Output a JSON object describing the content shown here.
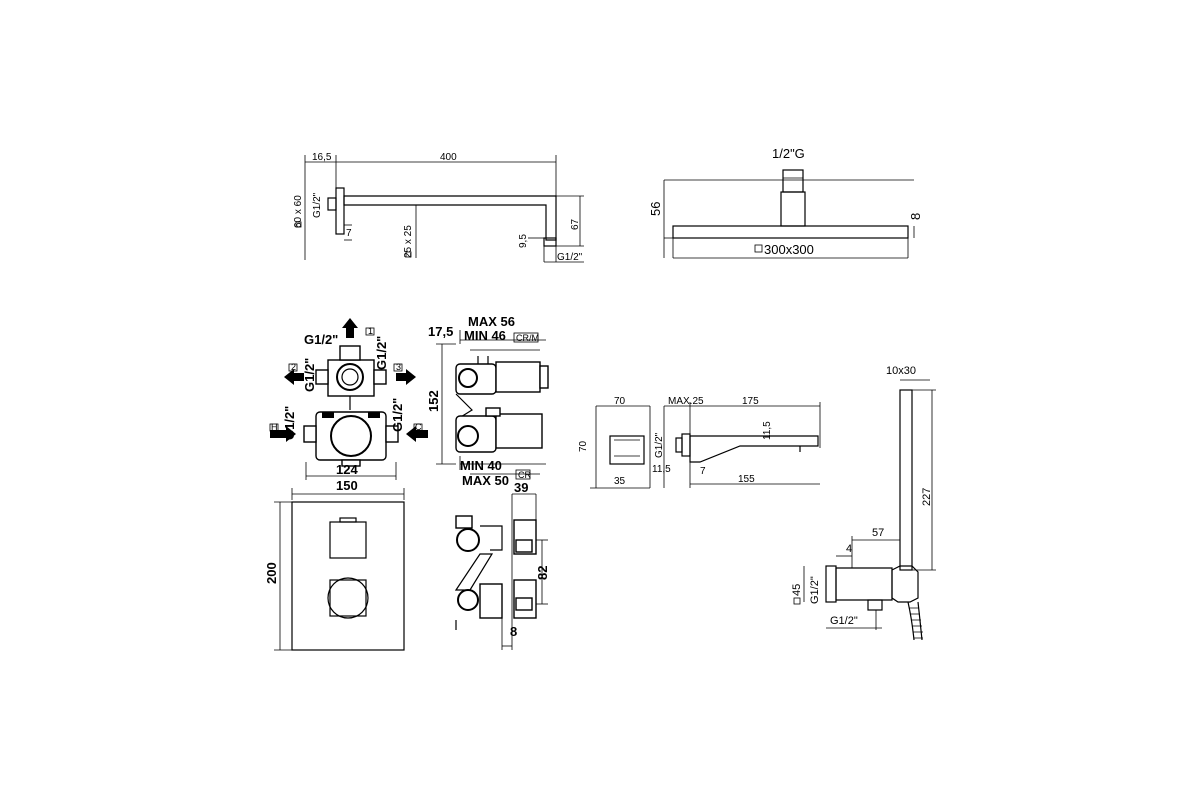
{
  "shower_arm": {
    "offset": "16,5",
    "length": "400",
    "flange": "60 x 60",
    "inlet": "G1/2\"",
    "wall": "7",
    "tube": "25 x 25",
    "drop": "9,5",
    "height": "67",
    "outlet": "G1/2\""
  },
  "shower_head": {
    "connection": "1/2\"G",
    "height": "56",
    "thickness": "8",
    "size": "300x300"
  },
  "mixer_body": {
    "top": "G1/2\"",
    "left_upper": "G1/2\"",
    "right_upper": "G1/2\"",
    "left_lower": "G1/2\"",
    "right_lower": "G1/2\"",
    "width": "124",
    "port1": "1",
    "port2": "2",
    "port3": "3",
    "port_h": "H",
    "port_c": "C"
  },
  "mixer_side": {
    "offset": "17,5",
    "max": "MAX 56",
    "min": "MIN 46",
    "min2": "MIN 40",
    "max2": "MAX 50",
    "height": "152",
    "tag_crm": "CR/M",
    "tag_cr": "CR"
  },
  "cover_plate": {
    "width": "150",
    "height": "200"
  },
  "cover_side": {
    "depth": "39",
    "spacing": "82",
    "thickness": "8"
  },
  "spout_front": {
    "width": "70",
    "height": "70",
    "base": "35"
  },
  "spout_side": {
    "max": "MAX.25",
    "length": "175",
    "inlet": "G1/2\"",
    "height": "11,5",
    "offset": "11,5",
    "wall": "7",
    "reach": "155"
  },
  "hand_shower": {
    "size": "10x30",
    "length": "227",
    "projection": "57",
    "offset": "4",
    "rosette": "45",
    "inlet": "G1/2\"",
    "outlet": "G1/2\""
  }
}
